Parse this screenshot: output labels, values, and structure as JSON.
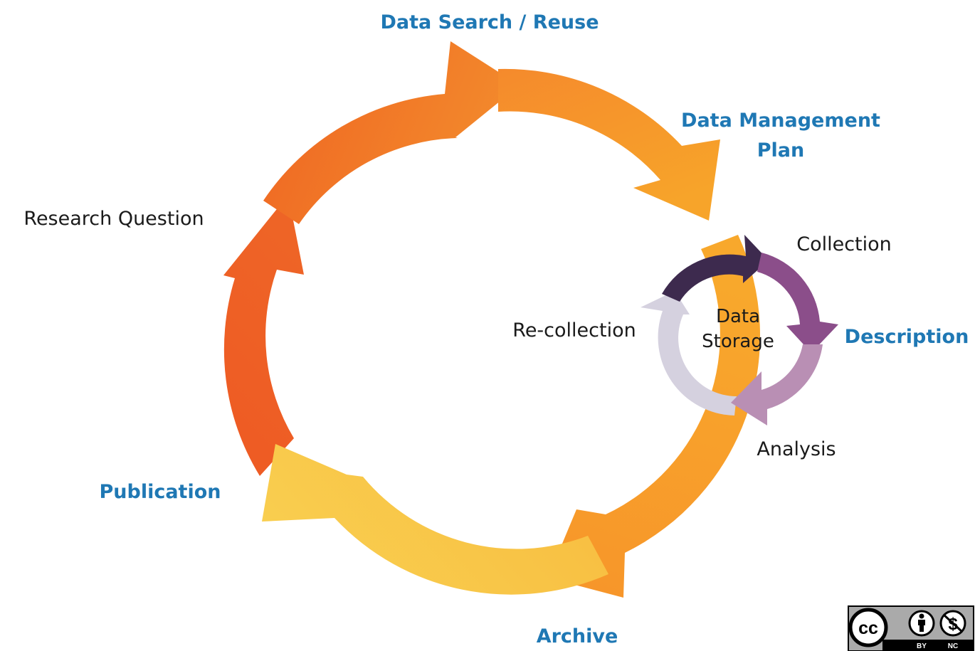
{
  "outer_cycle": [
    {
      "label": "Data Search / Reuse",
      "style": "blue",
      "color": "#f06a22"
    },
    {
      "label": "Data Management Plan",
      "style": "blue",
      "color": "#f48a2c"
    },
    {
      "label": "Archive",
      "style": "blue",
      "color": "#f7a02a"
    },
    {
      "label": "Publication",
      "style": "blue",
      "color": "#f8c84a"
    },
    {
      "label": "Research Question",
      "style": "black",
      "color": "#ee5c24"
    }
  ],
  "outer_labels": {
    "data_search_reuse": "Data Search / Reuse",
    "data_management_plan_line1": "Data Management",
    "data_management_plan_line2": "Plan",
    "archive": "Archive",
    "publication": "Publication",
    "research_question": "Research Question"
  },
  "inner_cycle": [
    {
      "label": "Collection",
      "style": "black",
      "color": "#3e2a4f"
    },
    {
      "label": "Description",
      "style": "blue",
      "color": "#8a4f8a"
    },
    {
      "label": "Analysis",
      "style": "black",
      "color": "#b88fb3"
    },
    {
      "label": "Re-collection",
      "style": "black",
      "color": "#d4d0de"
    }
  ],
  "inner_labels": {
    "collection": "Collection",
    "description": "Description",
    "analysis": "Analysis",
    "recollection": "Re-collection"
  },
  "center": {
    "line1": "Data",
    "line2": "Storage"
  },
  "license_badge": {
    "cc": "cc",
    "by": "BY",
    "nc": "NC"
  },
  "colors": {
    "label_blue": "#1f78b4",
    "label_black": "#1a1a1a"
  }
}
